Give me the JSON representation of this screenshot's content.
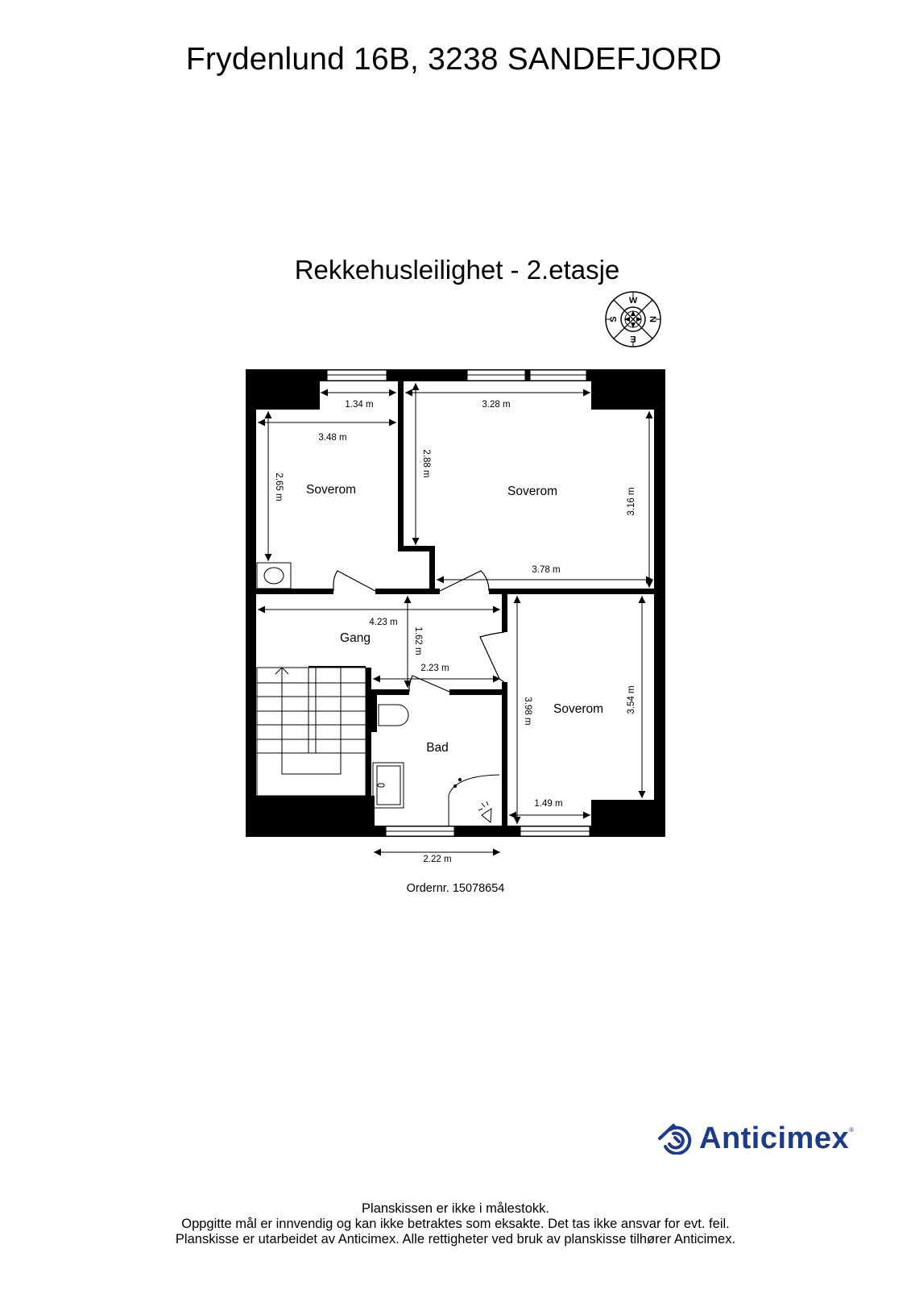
{
  "header": {
    "address": "Frydenlund 16B, 3238 SANDEFJORD",
    "subtitle": "Rekkehusleilighet - 2.etasje"
  },
  "compass": {
    "top": "W",
    "right": "N",
    "bottom": "E",
    "left": "S"
  },
  "rooms": {
    "bedroom_1": {
      "label": "Soverom",
      "width": "3.48 m",
      "window_width": "1.34 m",
      "depth": "2.65 m"
    },
    "bedroom_2": {
      "label": "Soverom",
      "width_top": "3.28 m",
      "width_bottom": "3.78 m",
      "depth_left": "2.88 m",
      "depth_right": "3.16 m"
    },
    "bedroom_3": {
      "label": "Soverom",
      "width_bottom": "1.49 m",
      "depth_left": "3.98 m",
      "depth_right": "3.54 m"
    },
    "hallway": {
      "label": "Gang",
      "width": "4.23 m",
      "depth": "1.62 m",
      "width_lower": "2.23 m"
    },
    "bathroom": {
      "label": "Bad",
      "exterior_width": "2.22 m"
    }
  },
  "order": "Ordernr. 15078654",
  "brand": {
    "name": "Anticimex",
    "color": "#1d3b8b"
  },
  "footer": {
    "line1": "Planskissen er ikke i målestokk.",
    "line2": "Oppgitte mål er innvendig og kan ikke betraktes som eksakte. Det tas ikke ansvar for evt. feil.",
    "line3": "Planskisse er utarbeidet av Anticimex. Alle rettigheter ved bruk av planskisse tilhører Anticimex."
  }
}
